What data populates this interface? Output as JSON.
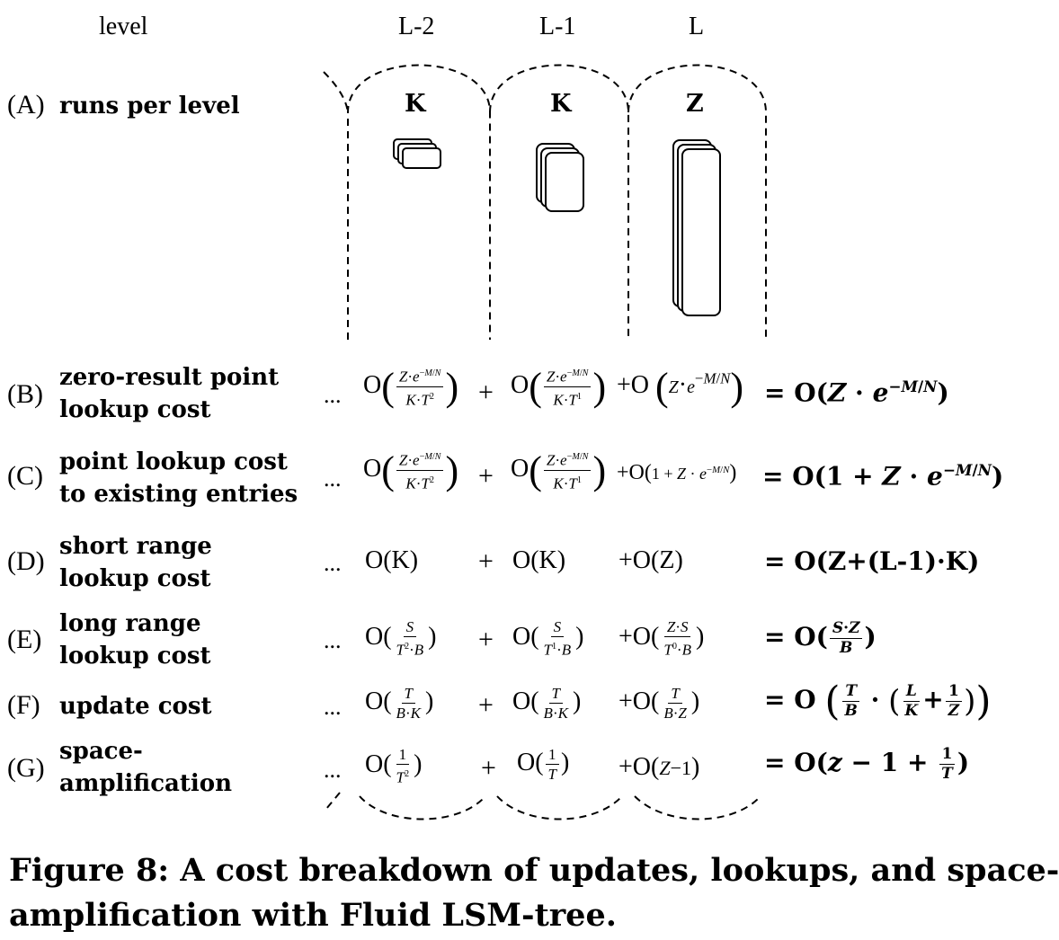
{
  "header": {
    "level": "level",
    "col1": "L-2",
    "col2": "L-1",
    "col3": "L"
  },
  "runs": {
    "col1": "K",
    "col2": "K",
    "col3": "Z"
  },
  "rows": [
    {
      "label": "(A)",
      "name_l1": "runs per level",
      "name_l2": ""
    },
    {
      "label": "(B)",
      "name_l1": "zero-result point",
      "name_l2": "lookup cost",
      "result": "= O(Z · e−M/N)"
    },
    {
      "label": "(C)",
      "name_l1": "point lookup cost",
      "name_l2": "to existing entries",
      "result": "= O(1 + Z · e−M/N)"
    },
    {
      "label": "(D)",
      "name_l1": "short range",
      "name_l2": "lookup cost",
      "t1": "O(K)",
      "t2": "O(K)",
      "t3": "+O(Z)",
      "result": "= O(Z+(L-1)·K)"
    },
    {
      "label": "(E)",
      "name_l1": "long range",
      "name_l2": "lookup cost",
      "result": "= O(S·Z/B)"
    },
    {
      "label": "(F)",
      "name_l1": "update cost",
      "name_l2": "",
      "result": "= O(T/B · (L/K + 1/Z))"
    },
    {
      "label": "(G)",
      "name_l1": "space-",
      "name_l2": "amplification",
      "result": "= O(z − 1 + 1/T)"
    }
  ],
  "dots": "...",
  "plus": "+",
  "caption_l1": "Figure 8: A cost breakdown of updates, lookups, and space-",
  "caption_l2": "amplification with Fluid LSM-tree."
}
